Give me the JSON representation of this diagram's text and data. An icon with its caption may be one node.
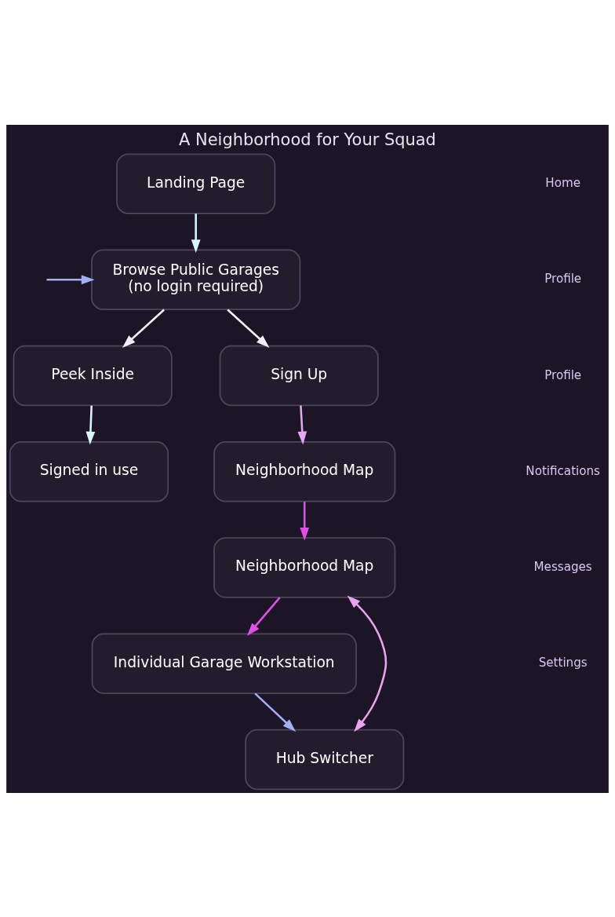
{
  "diagram": {
    "title": "A Neighborhood for Your Squad",
    "nodes": [
      {
        "text": [
          "Landing Page"
        ]
      },
      {
        "text": [
          "Browse Public Garages",
          "(no login required)"
        ]
      },
      {
        "text": [
          "Peek Inside"
        ]
      },
      {
        "text": [
          "Sign Up"
        ]
      },
      {
        "text": [
          "Signed in use"
        ]
      },
      {
        "text": [
          "Neighborhood Map"
        ]
      },
      {
        "text": [
          "Neighborhood Map"
        ]
      },
      {
        "text": [
          "Hub Switcher"
        ]
      },
      {
        "text": [
          "Individual Garage Workstation"
        ]
      }
    ],
    "edges": [
      {
        "from": 0,
        "to": 1,
        "arrow": "to",
        "color": "#d8f6ff"
      },
      {
        "from": null,
        "to": 1,
        "arrow": "to",
        "color": "#a3aef5"
      },
      {
        "from": 1,
        "to": 2,
        "arrow": "to"
      },
      {
        "from": 1,
        "to": 3,
        "arrow": "to"
      },
      {
        "from": 2,
        "to": 4,
        "arrow": "to",
        "color": "#d8f6ff"
      },
      {
        "from": 3,
        "to": 5,
        "arrow": "to",
        "color": "#e6a8f2"
      },
      {
        "from": 5,
        "to": 6,
        "arrow": "to",
        "color": "#e44ee8"
      },
      {
        "from": 7,
        "to": 6,
        "arrow": "both",
        "color": "#e9a3f0"
      },
      {
        "from": 6,
        "to": 8,
        "arrow": "to",
        "color": "#e44ee8"
      },
      {
        "from": 8,
        "to": 7,
        "arrow": "to",
        "color": "#a3aef5"
      }
    ],
    "labels": [
      "Home",
      "Profile",
      "Profile",
      "Notifications",
      "Messages",
      "Settings"
    ]
  }
}
